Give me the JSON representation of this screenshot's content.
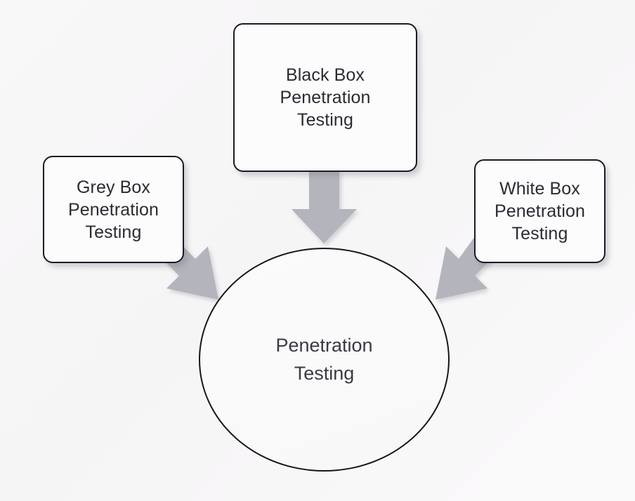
{
  "diagram": {
    "background_color": "#f8f7f8",
    "node_border_color": "#1b1b25",
    "node_fill_color": "#fcfcfc",
    "arrow_color": "#b4b4bc",
    "text_color": "#2b2b33",
    "center": {
      "label": "Penetration\nTesting",
      "shape": "circle"
    },
    "nodes": [
      {
        "id": "black-box",
        "label": "Black Box\nPenetration\nTesting",
        "shape": "rounded-rectangle",
        "position": "top"
      },
      {
        "id": "grey-box",
        "label": "Grey Box\nPenetration\nTesting",
        "shape": "rounded-rectangle",
        "position": "left"
      },
      {
        "id": "white-box",
        "label": "White Box\nPenetration\nTesting",
        "shape": "rounded-rectangle",
        "position": "right"
      }
    ],
    "connectors": [
      {
        "id": "arrow-black-to-center",
        "from": "black-box",
        "to": "center",
        "direction": "down"
      },
      {
        "id": "arrow-grey-to-center",
        "from": "grey-box",
        "to": "center",
        "direction": "down-right"
      },
      {
        "id": "arrow-white-to-center",
        "from": "white-box",
        "to": "center",
        "direction": "down-left"
      }
    ]
  }
}
